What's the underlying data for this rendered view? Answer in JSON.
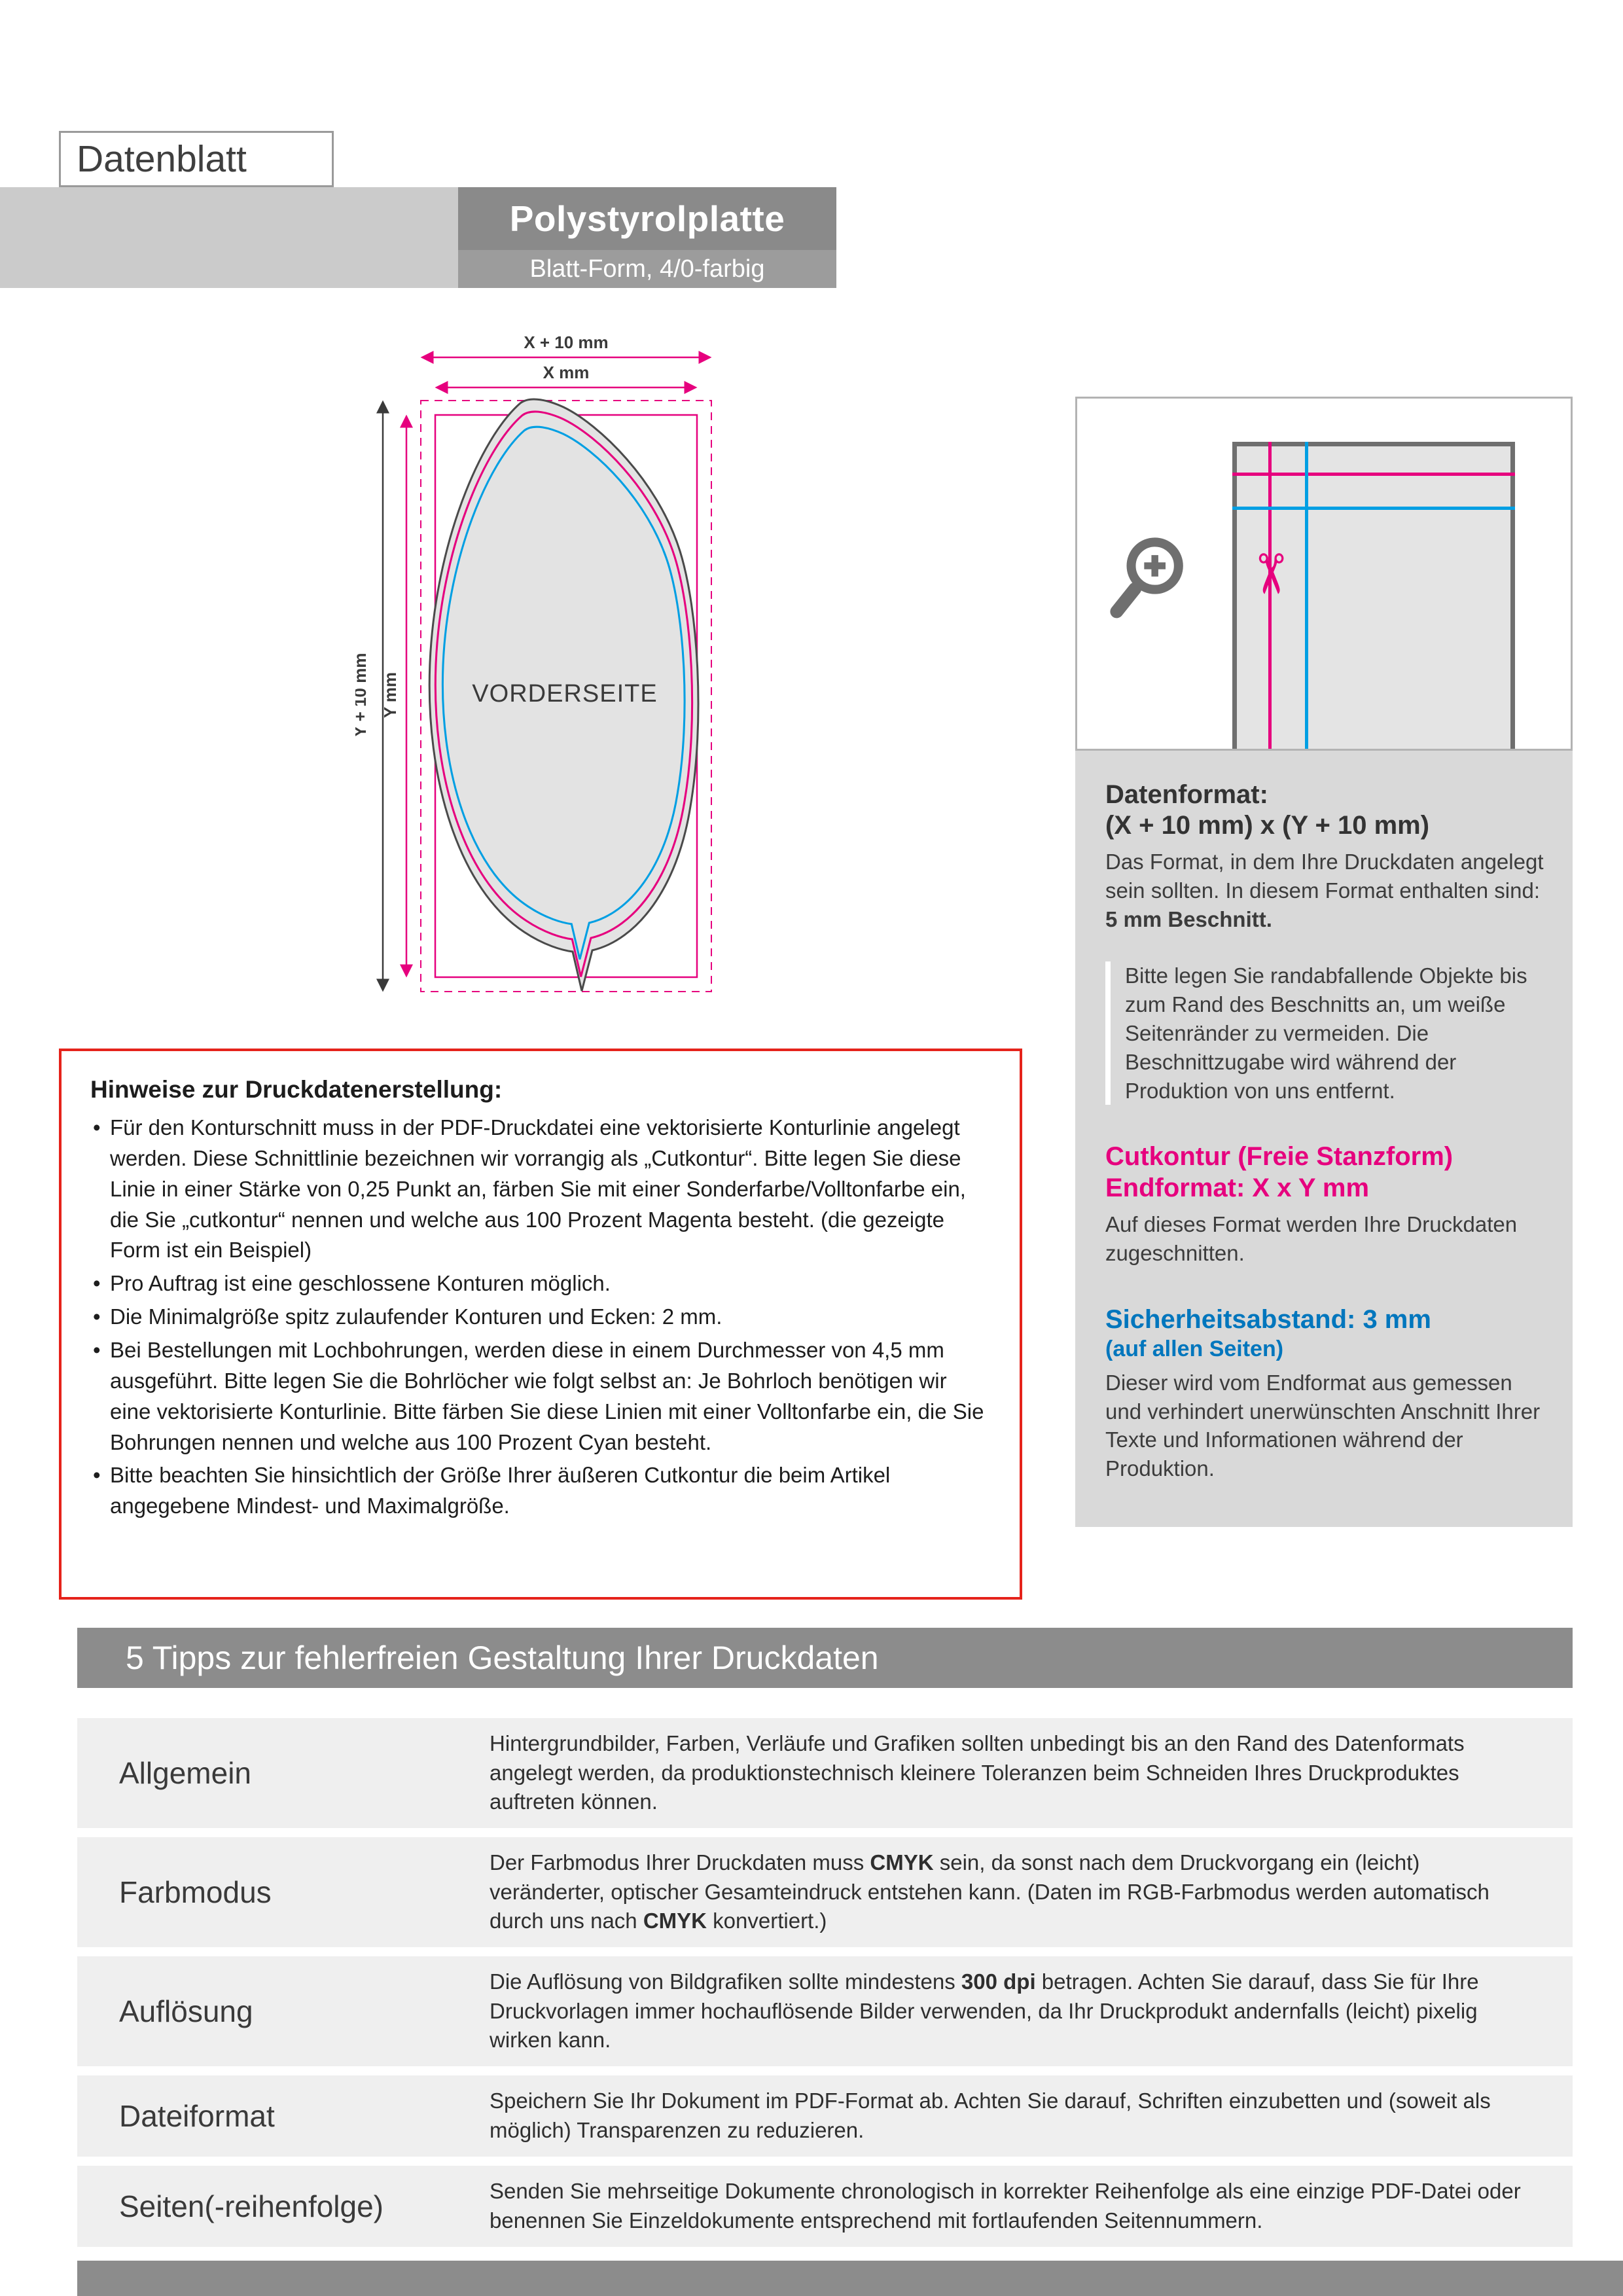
{
  "colors": {
    "magenta": "#e6007e",
    "cyan": "#009fe3",
    "blue": "#0076bd",
    "red": "#e5231b",
    "gray_dark": "#8c8c8c",
    "gray_light": "#efefef"
  },
  "page": {
    "doc_label": "Datenblatt"
  },
  "header": {
    "product": "Polystyrolplatte",
    "variant": "Blatt-Form, 4/0-farbig"
  },
  "diagram": {
    "dim_x_outer": "X + 10 mm",
    "dim_x_inner": "X mm",
    "dim_y_outer": "Y + 10 mm",
    "dim_y_inner": "Y mm",
    "front_label": "VORDERSEITE"
  },
  "icons": {
    "scissors": "✂"
  },
  "info_panel": {
    "datenformat": {
      "title_1": "Datenformat:",
      "title_2": "(X + 10 mm) x (Y + 10 mm)",
      "body_parts": [
        {
          "text": "Das Format, in dem Ihre Druckdaten angelegt sein sollten. In diesem Format enthalten sind: ",
          "bold": false
        },
        {
          "text": "5 mm Beschnitt.",
          "bold": true
        }
      ],
      "note": "Bitte legen Sie randabfallende Objekte bis zum Rand des Beschnitts an, um weiße Seitenränder zu vermeiden. Die Beschnittzugabe wird während der Produktion von uns entfernt."
    },
    "cutkontur": {
      "title_1": "Cutkontur (Freie Stanzform)",
      "title_2": "Endformat: X x Y mm",
      "body": "Auf dieses Format werden Ihre Druckdaten zugeschnitten."
    },
    "sicherheitsabstand": {
      "title": "Sicherheitsabstand: 3 mm",
      "subtitle": "(auf allen Seiten)",
      "body": "Dieser wird vom Endformat aus gemessen und verhindert unerwünschten Anschnitt Ihrer Texte und Informationen während der Produktion."
    }
  },
  "hinweise": {
    "title": "Hinweise zur Druckdatenerstellung:",
    "items": [
      "Für den Konturschnitt muss in der PDF-Druckdatei eine vektorisierte Konturlinie angelegt werden. Diese Schnittlinie bezeichnen wir vorrangig als „Cutkontur“. Bitte legen Sie diese Linie in einer Stärke von 0,25 Punkt an, färben Sie mit einer Sonderfarbe/Volltonfarbe ein, die Sie „cutkontur“ nennen und welche aus 100 Prozent Magenta besteht. (die gezeigte Form ist ein Beispiel)",
      "Pro Auftrag ist eine geschlossene Konturen möglich.",
      "Die Minimalgröße spitz zulaufender Konturen und Ecken: 2 mm.",
      "Bei Bestellungen mit Lochbohrungen, werden diese in einem Durchmesser von 4,5 mm ausgeführt. Bitte legen Sie die Bohrlöcher wie folgt selbst an: Je Bohrloch benötigen wir eine vektorisierte Konturlinie. Bitte färben Sie diese Linien mit einer Volltonfarbe ein, die Sie Bohrungen nennen und welche aus 100 Prozent Cyan besteht.",
      "Bitte beachten Sie hinsichtlich der Größe Ihrer äußeren Cutkontur die beim Artikel angegebene Mindest- und Maximalgröße."
    ]
  },
  "tips": {
    "banner": "5 Tipps zur fehlerfreien Gestaltung Ihrer Druckdaten",
    "rows": [
      {
        "label": "Allgemein",
        "parts": [
          {
            "text": "Hintergrundbilder, Farben, Verläufe und Grafiken sollten unbedingt bis an den Rand des Datenformats angelegt werden, da produktionstechnisch kleinere Toleranzen beim Schneiden Ihres Druckproduktes auftreten können.",
            "bold": false
          }
        ]
      },
      {
        "label": "Farbmodus",
        "parts": [
          {
            "text": "Der Farbmodus Ihrer Druckdaten muss ",
            "bold": false
          },
          {
            "text": "CMYK",
            "bold": true
          },
          {
            "text": " sein, da sonst nach dem Druckvorgang ein (leicht) veränderter, optischer Gesamteindruck entstehen kann. (Daten im RGB-Farbmodus werden automatisch durch uns nach ",
            "bold": false
          },
          {
            "text": "CMYK",
            "bold": true
          },
          {
            "text": " konvertiert.)",
            "bold": false
          }
        ]
      },
      {
        "label": "Auflösung",
        "parts": [
          {
            "text": "Die Auflösung von Bildgrafiken sollte mindestens ",
            "bold": false
          },
          {
            "text": "300 dpi",
            "bold": true
          },
          {
            "text": " betragen. Achten Sie darauf, dass Sie für Ihre Druckvorlagen immer hochauflösende Bilder verwenden, da Ihr Druckprodukt andernfalls (leicht) pixelig wirken kann.",
            "bold": false
          }
        ]
      },
      {
        "label": "Dateiformat",
        "parts": [
          {
            "text": "Speichern Sie Ihr Dokument im PDF-Format ab. Achten Sie darauf, Schriften einzubetten und (soweit als möglich) Transparenzen zu reduzieren.",
            "bold": false
          }
        ]
      },
      {
        "label": "Seiten(-reihenfolge)",
        "parts": [
          {
            "text": "Senden Sie mehrseitige Dokumente chronologisch in korrekter Reihenfolge als eine einzige PDF-Datei oder benennen Sie Einzeldokumente entsprechend mit fortlaufenden Seitennummern.",
            "bold": false
          }
        ]
      }
    ]
  }
}
